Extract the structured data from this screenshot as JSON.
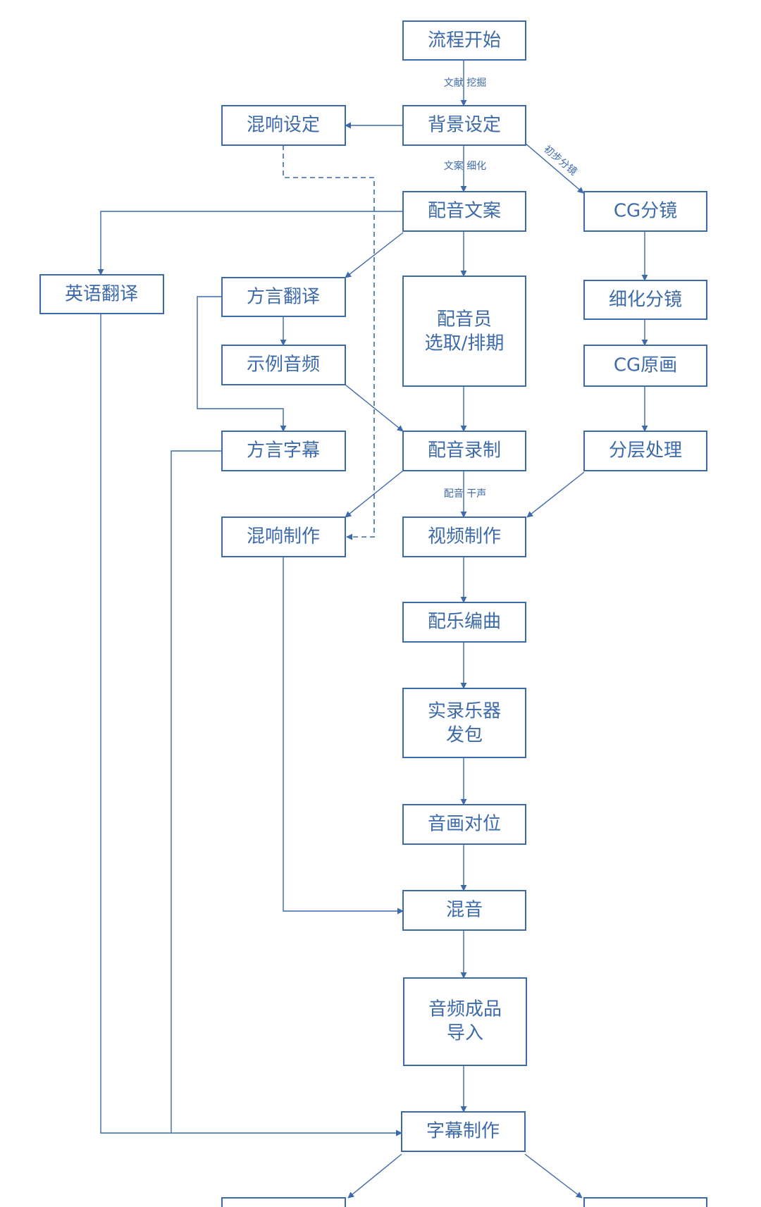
{
  "accent_color": "#3d6aa9",
  "nodes": {
    "start": "流程开始",
    "background": "背景设定",
    "reverb_setting": "混响设定",
    "dub_script": "配音文案",
    "cg_storyboard": "CG分镜",
    "english_translation": "英语翻译",
    "dialect_translation": "方言翻译",
    "voice_actor": [
      "配音员",
      "选取/排期"
    ],
    "refined_storyboard": "细化分镜",
    "sample_audio": "示例音频",
    "cg_art": "CG原画",
    "dialect_subtitles": "方言字幕",
    "dub_recording": "配音录制",
    "layer_processing": "分层处理",
    "reverb_production": "混响制作",
    "video_production": "视频制作",
    "score_composition": "配乐编曲",
    "live_instruments": [
      "实录乐器",
      "发包"
    ],
    "av_sync": "音画对位",
    "mixing": "混音",
    "audio_import": [
      "音频成品",
      "导入"
    ],
    "subtitle_production": "字幕制作"
  },
  "edge_labels": {
    "literature_mining": "文献 挖掘",
    "script_refine": "文案 细化",
    "initial_storyboard": "初步分镜",
    "dry_vocals": "配音 干声"
  }
}
